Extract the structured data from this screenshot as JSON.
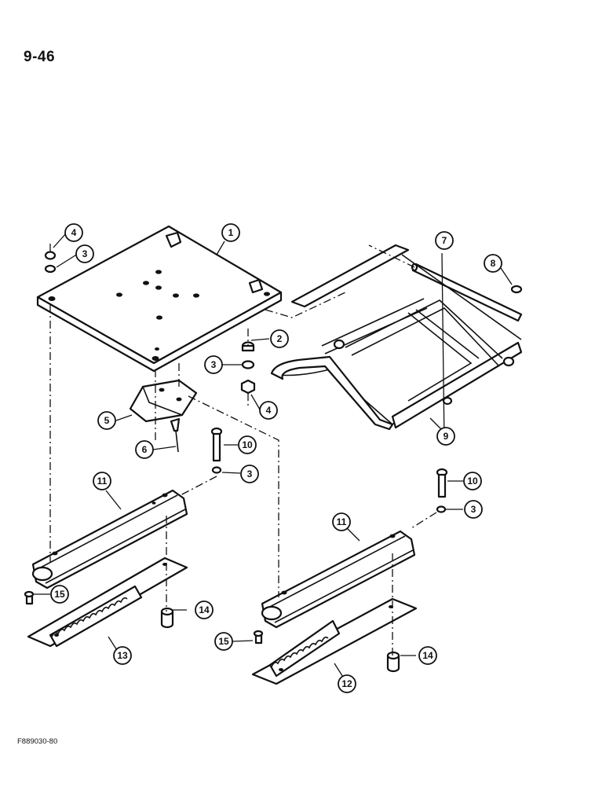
{
  "page": {
    "number": "9-46",
    "figure_code": "F889030-80"
  },
  "callouts": {
    "c1": "1",
    "c2": "2",
    "c3": "3",
    "c4": "4",
    "c5": "5",
    "c6": "6",
    "c7": "7",
    "c8": "8",
    "c9": "9",
    "c10": "10",
    "c11": "11",
    "c12": "12",
    "c13": "13",
    "c14": "14",
    "c15": "15"
  }
}
